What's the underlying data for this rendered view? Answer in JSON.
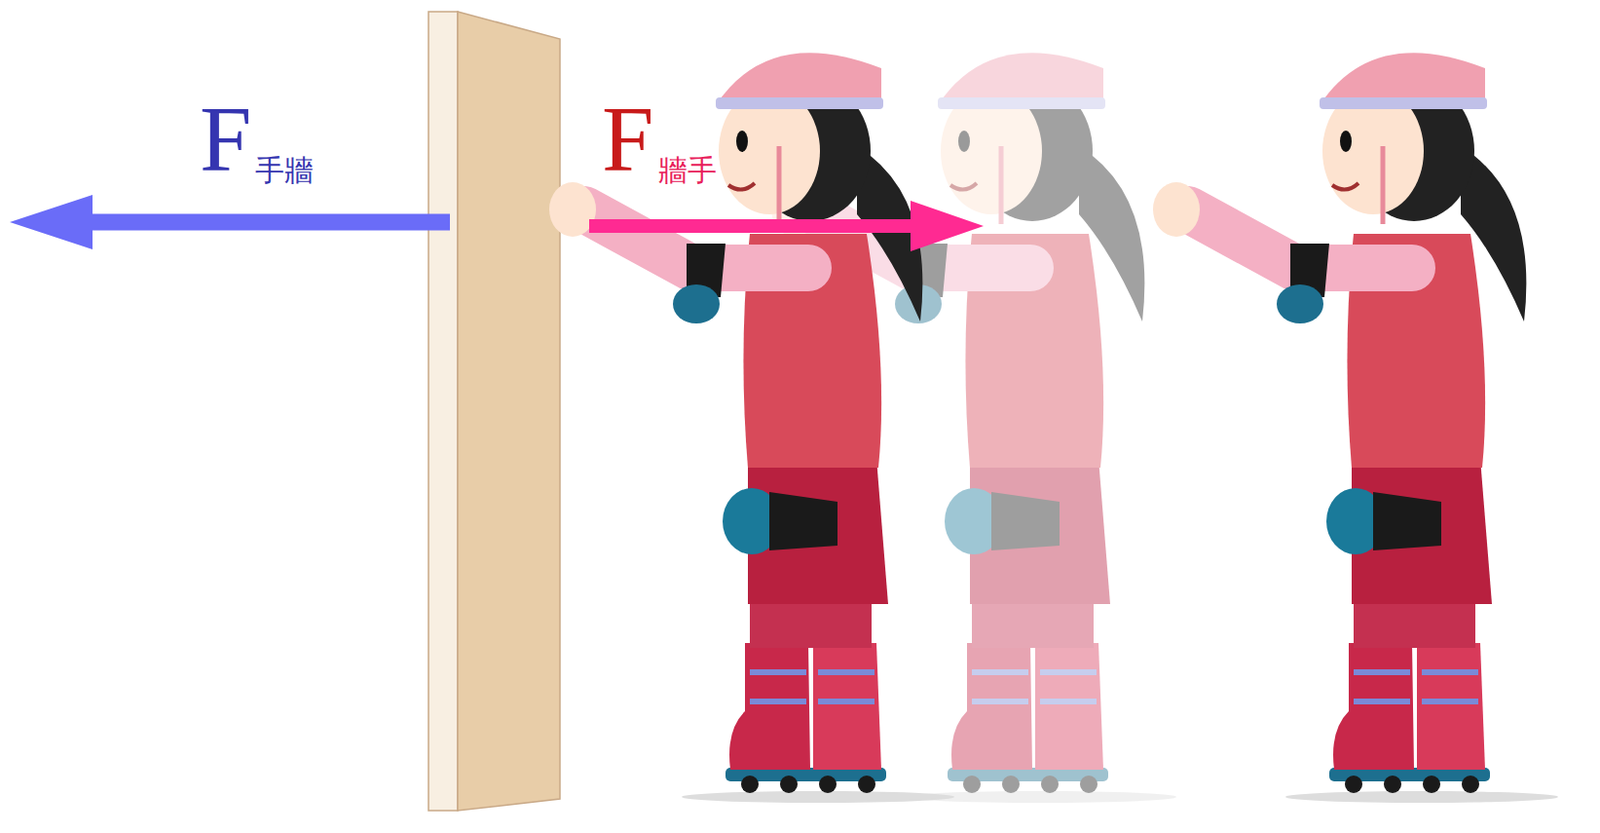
{
  "diagram": {
    "labels": [
      "F",
      "手牆",
      "F",
      "牆手"
    ]
  }
}
